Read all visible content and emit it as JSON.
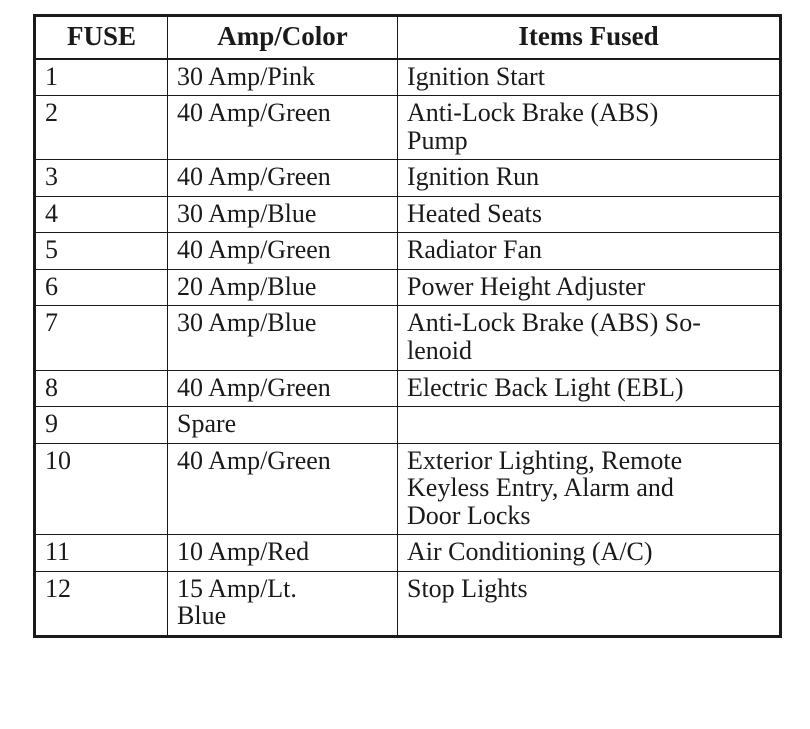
{
  "table": {
    "columns": [
      {
        "key": "fuse",
        "label": "FUSE",
        "align": "center"
      },
      {
        "key": "amp",
        "label": "Amp/Color",
        "align": "center"
      },
      {
        "key": "items",
        "label": "Items Fused",
        "align": "center"
      }
    ],
    "rows": [
      {
        "fuse": "1",
        "amp": "30 Amp/Pink",
        "items": "Ignition Start"
      },
      {
        "fuse": "2",
        "amp": "40 Amp/Green",
        "items": "Anti-Lock Brake (ABS)\nPump"
      },
      {
        "fuse": "3",
        "amp": "40 Amp/Green",
        "items": "Ignition Run"
      },
      {
        "fuse": "4",
        "amp": "30 Amp/Blue",
        "items": "Heated Seats"
      },
      {
        "fuse": "5",
        "amp": "40 Amp/Green",
        "items": "Radiator Fan"
      },
      {
        "fuse": "6",
        "amp": "20 Amp/Blue",
        "items": "Power Height Adjuster"
      },
      {
        "fuse": "7",
        "amp": "30 Amp/Blue",
        "items": "Anti-Lock Brake (ABS) So-\nlenoid"
      },
      {
        "fuse": "8",
        "amp": "40 Amp/Green",
        "items": "Electric Back Light (EBL)"
      },
      {
        "fuse": "9",
        "amp": "Spare",
        "items": ""
      },
      {
        "fuse": "10",
        "amp": "40 Amp/Green",
        "items": "Exterior Lighting, Remote\nKeyless Entry, Alarm and\nDoor Locks"
      },
      {
        "fuse": "11",
        "amp": "10 Amp/Red",
        "items": "Air Conditioning (A/C)"
      },
      {
        "fuse": "12",
        "amp": "15 Amp/Lt.\nBlue",
        "items": "Stop Lights"
      }
    ]
  },
  "style": {
    "border_color": "#1a1a1a",
    "text_color": "#1a1a1a",
    "background": "#ffffff"
  }
}
